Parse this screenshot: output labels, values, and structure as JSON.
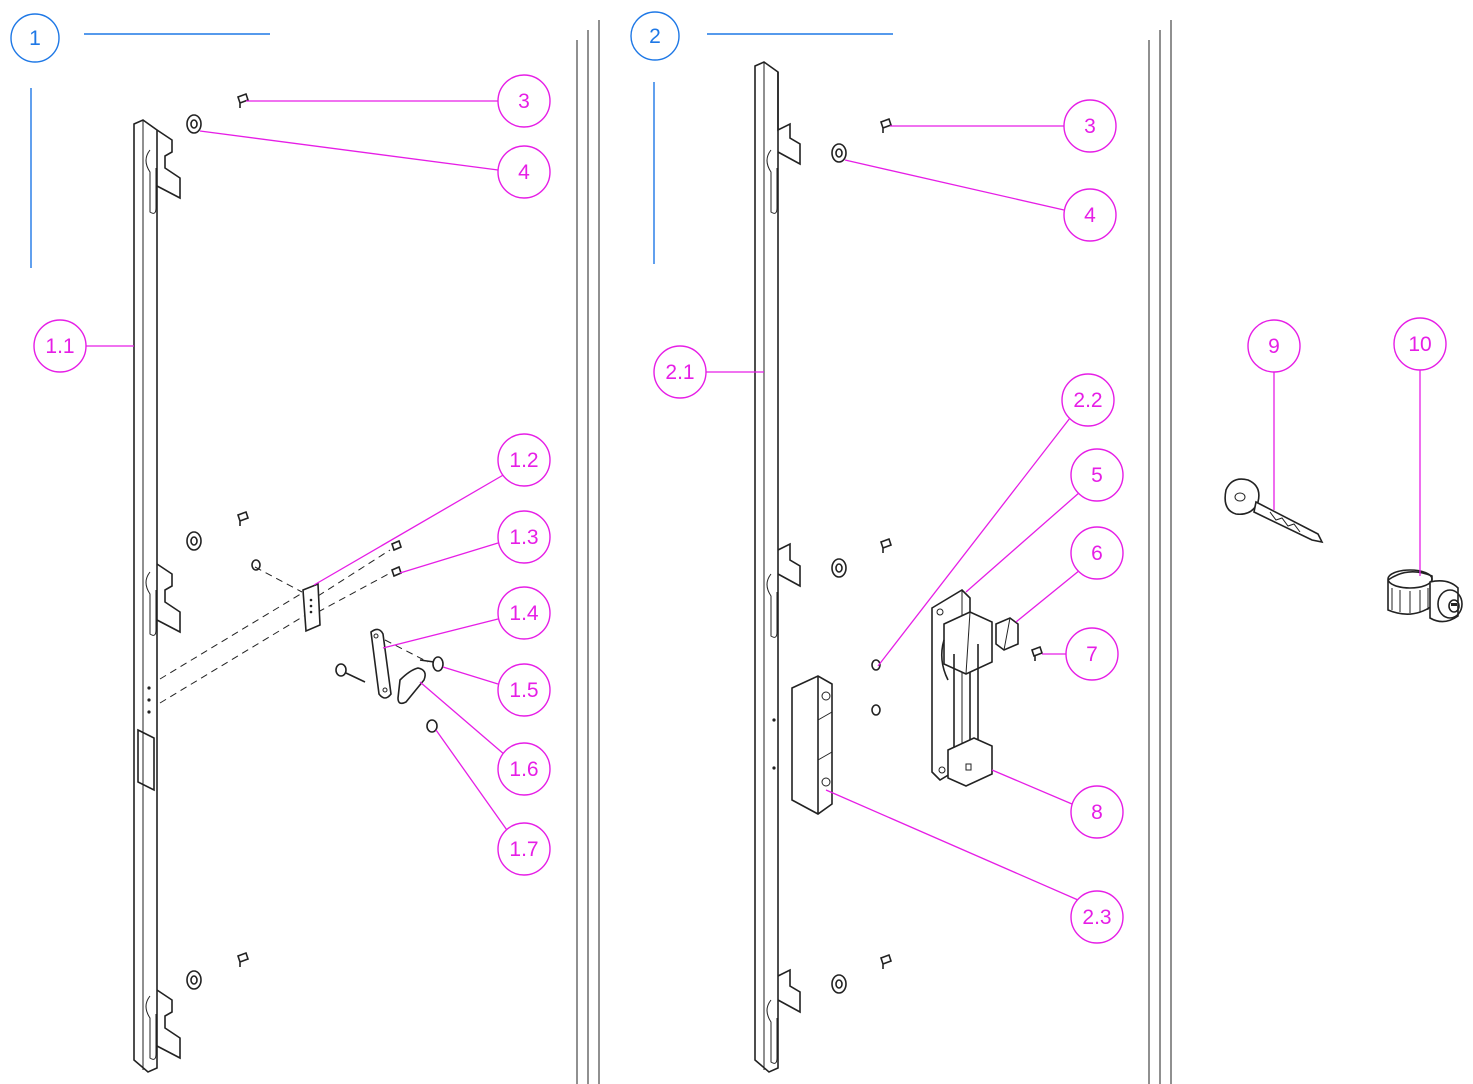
{
  "groups": [
    {
      "id": "1",
      "label": "1"
    },
    {
      "id": "2",
      "label": "2"
    }
  ],
  "callouts": {
    "g1_3": "3",
    "g1_4": "4",
    "g1_1_1": "1.1",
    "g1_1_2": "1.2",
    "g1_1_3": "1.3",
    "g1_1_4": "1.4",
    "g1_1_5": "1.5",
    "g1_1_6": "1.6",
    "g1_1_7": "1.7",
    "g2_3": "3",
    "g2_4": "4",
    "g2_2_1": "2.1",
    "g2_2_2": "2.2",
    "g2_5": "5",
    "g2_6": "6",
    "g2_7": "7",
    "g2_8": "8",
    "g2_2_3": "2.3",
    "p9": "9",
    "p10": "10"
  },
  "colors": {
    "group_marker": "#1e78e6",
    "callout": "#e61ee6",
    "linework": "#222222"
  }
}
